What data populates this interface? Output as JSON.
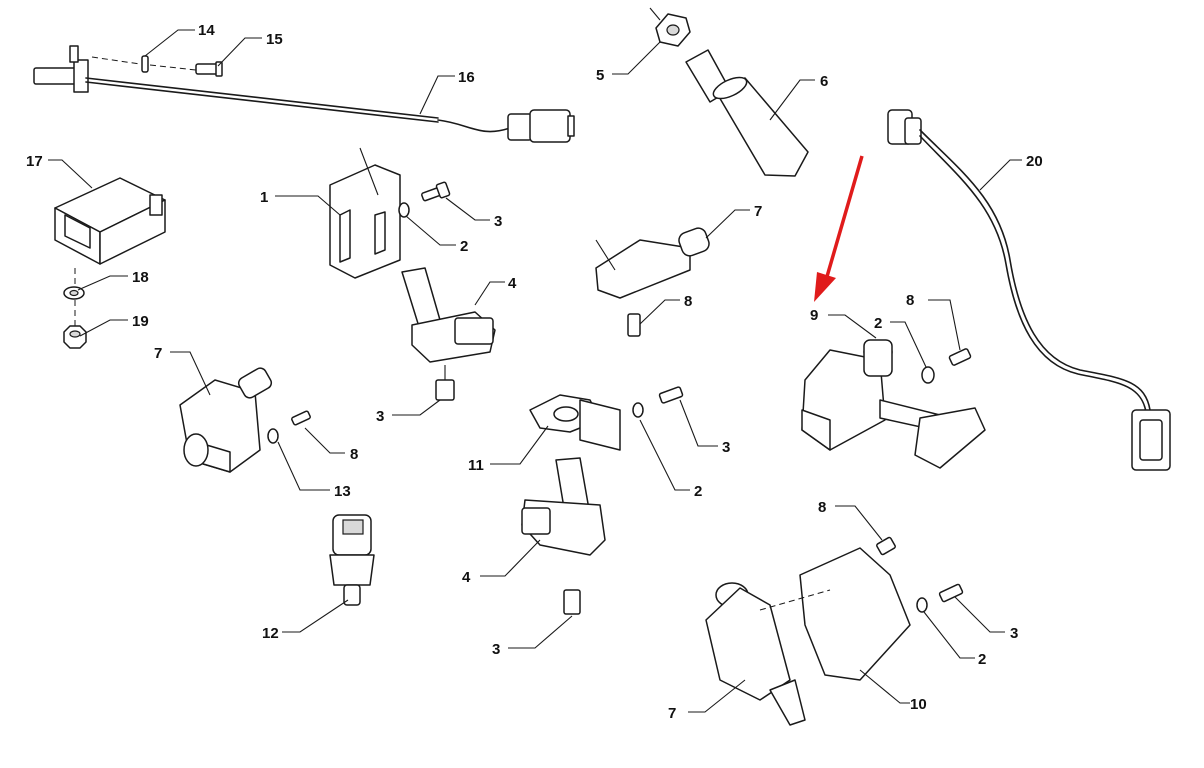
{
  "callouts": [
    {
      "id": "c14",
      "text": "14"
    },
    {
      "id": "c15",
      "text": "15"
    },
    {
      "id": "c16",
      "text": "16"
    },
    {
      "id": "c17",
      "text": "17"
    },
    {
      "id": "c18",
      "text": "18"
    },
    {
      "id": "c19",
      "text": "19"
    },
    {
      "id": "c1",
      "text": "1"
    },
    {
      "id": "c3a",
      "text": "3"
    },
    {
      "id": "c2a",
      "text": "2"
    },
    {
      "id": "c4a",
      "text": "4"
    },
    {
      "id": "c3b",
      "text": "3"
    },
    {
      "id": "c7a",
      "text": "7"
    },
    {
      "id": "c8a",
      "text": "8"
    },
    {
      "id": "c13",
      "text": "13"
    },
    {
      "id": "c12",
      "text": "12"
    },
    {
      "id": "c5",
      "text": "5"
    },
    {
      "id": "c6",
      "text": "6"
    },
    {
      "id": "c7b",
      "text": "7"
    },
    {
      "id": "c8b",
      "text": "8"
    },
    {
      "id": "c11",
      "text": "11"
    },
    {
      "id": "c3c",
      "text": "3"
    },
    {
      "id": "c2b",
      "text": "2"
    },
    {
      "id": "c4b",
      "text": "4"
    },
    {
      "id": "c3d",
      "text": "3"
    },
    {
      "id": "c20",
      "text": "20"
    },
    {
      "id": "c9",
      "text": "9"
    },
    {
      "id": "c2c",
      "text": "2"
    },
    {
      "id": "c8c",
      "text": "8"
    },
    {
      "id": "c8d",
      "text": "8"
    },
    {
      "id": "c3e",
      "text": "3"
    },
    {
      "id": "c2d",
      "text": "2"
    },
    {
      "id": "c7c",
      "text": "7"
    },
    {
      "id": "c10",
      "text": "10"
    }
  ],
  "highlight": {
    "target": "9",
    "color": "#e01b1b"
  }
}
